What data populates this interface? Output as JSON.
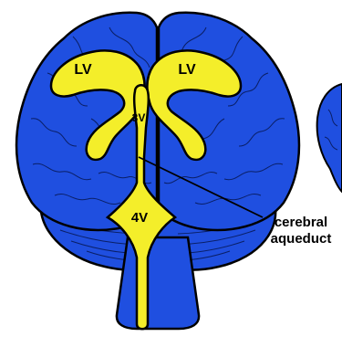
{
  "labels": {
    "lv_left": "LV",
    "lv_right": "LV",
    "third_ventricle": "3V",
    "fourth_ventricle": "4V",
    "aqueduct_line1": "cerebral",
    "aqueduct_line2": "aqueduct"
  },
  "colors": {
    "brain_fill": "#1f4fe0",
    "brain_dark": "#1436a8",
    "ventricle_fill": "#f4ee2a",
    "outline": "#000000",
    "background": "#ffffff"
  }
}
